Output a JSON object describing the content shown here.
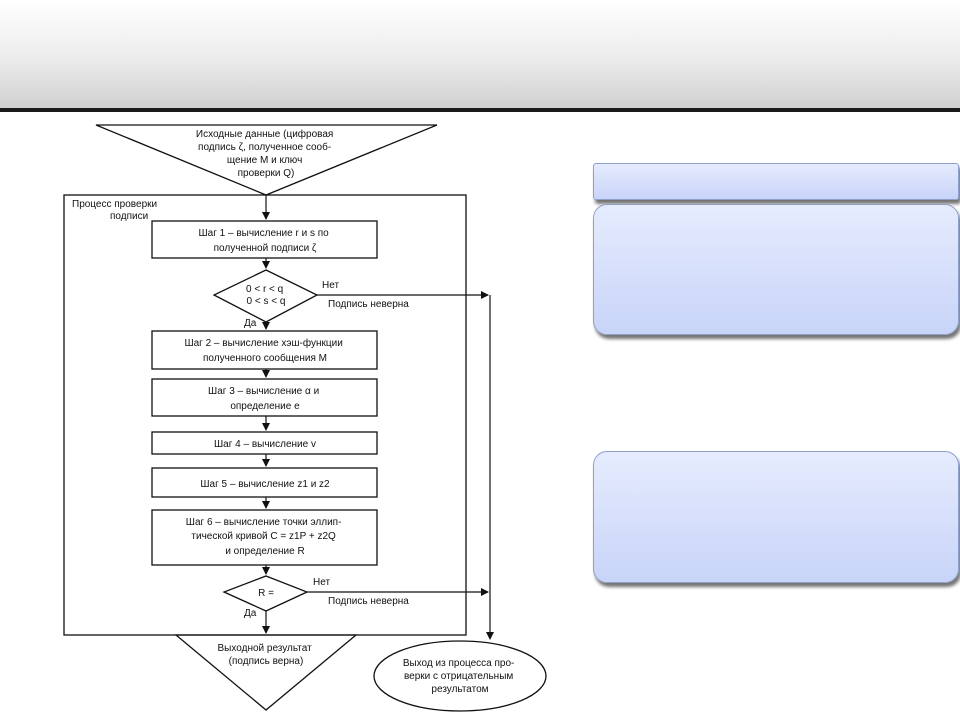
{
  "flowchart": {
    "input": [
      "Исходные данные (цифровая",
      "подпись ζ, полученное сооб-",
      "щение M и ключ",
      "проверки Q)"
    ],
    "process_label": [
      "Процесс проверки",
      "подписи"
    ],
    "step1": [
      "Шаг 1 – вычисление r и s по",
      "полученной подписи ζ"
    ],
    "check1": [
      "0 < r < q",
      "0 < s < q"
    ],
    "no1": "Нет",
    "invalid1": "Подпись неверна",
    "yes1": "Да",
    "step2": [
      "Шаг 2 – вычисление хэш-функции",
      "полученного сообщения M"
    ],
    "step3": [
      "Шаг 3 – вычисление α и",
      "определение e"
    ],
    "step4": "Шаг 4 – вычисление v",
    "step5": "Шаг 5 – вычисление z1 и z2",
    "step6": [
      "Шаг 6 – вычисление точки эллип-",
      "тической кривой C = z1P + z2Q",
      "и определение R"
    ],
    "check2": "R =",
    "no2": "Нет",
    "invalid2": "Подпись неверна",
    "yes2": "Да",
    "output": [
      "Выходной результат",
      "(подпись верна)"
    ],
    "exit_negative": [
      "Выход из процесса про-",
      "верки с отрицательным",
      "результатом"
    ]
  }
}
